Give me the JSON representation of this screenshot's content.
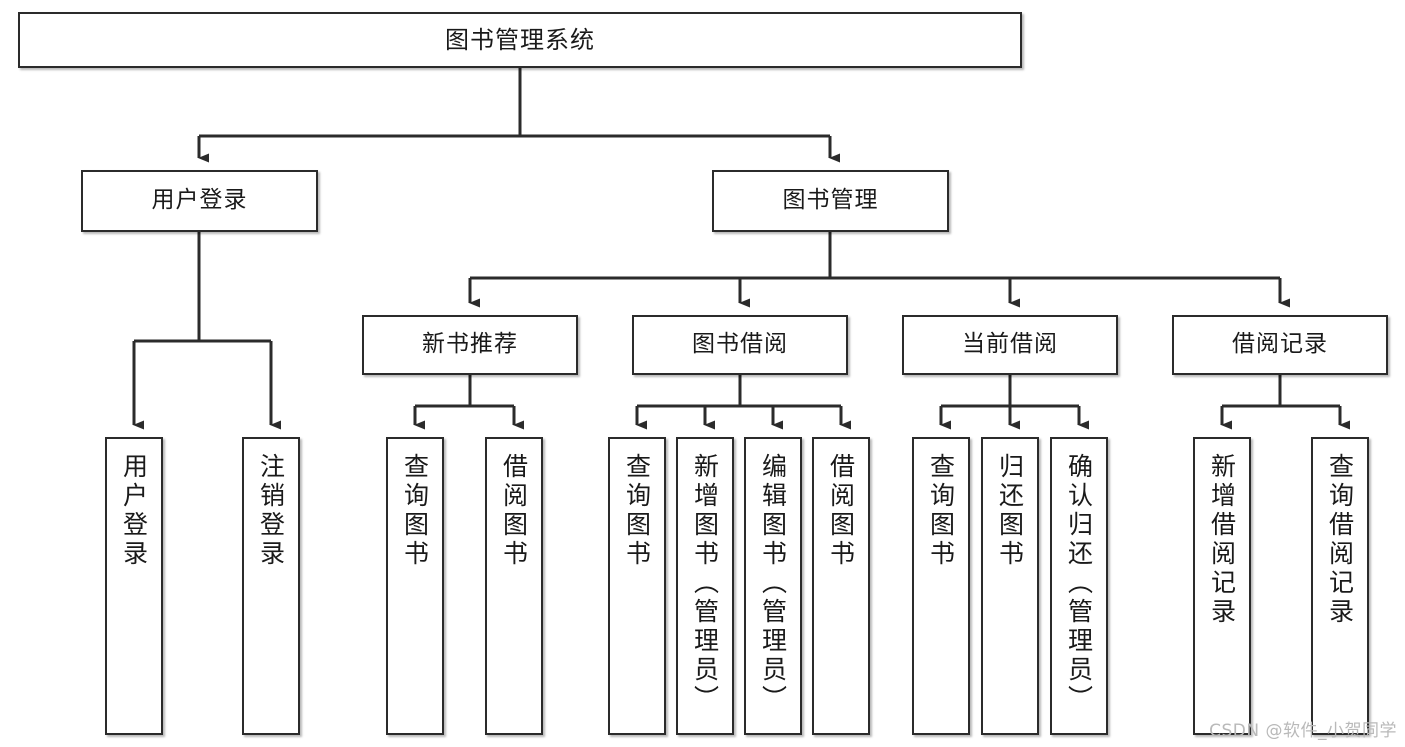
{
  "diagram": {
    "type": "tree-hierarchy",
    "title": "图书管理系统",
    "watermark": "CSDN @软件_小贺同学",
    "colors": {
      "stroke": "#2b2b2b",
      "fill": "#ffffff",
      "text": "#1a1a1a",
      "watermark": "#b9b9b9"
    },
    "root": {
      "label": "图书管理系统",
      "orientation": "horizontal"
    },
    "level1": [
      {
        "label": "用户登录",
        "orientation": "horizontal"
      },
      {
        "label": "图书管理",
        "orientation": "horizontal"
      }
    ],
    "level2": [
      {
        "label": "新书推荐",
        "orientation": "horizontal",
        "parent": "图书管理"
      },
      {
        "label": "图书借阅",
        "orientation": "horizontal",
        "parent": "图书管理"
      },
      {
        "label": "当前借阅",
        "orientation": "horizontal",
        "parent": "图书管理"
      },
      {
        "label": "借阅记录",
        "orientation": "horizontal",
        "parent": "图书管理"
      }
    ],
    "leaves": {
      "user_login": [
        {
          "label": "用户登录",
          "orientation": "vertical"
        },
        {
          "label": "注销登录",
          "orientation": "vertical"
        }
      ],
      "new_book_recommend": [
        {
          "label": "查询图书",
          "orientation": "vertical"
        },
        {
          "label": "借阅图书",
          "orientation": "vertical"
        }
      ],
      "book_borrow": [
        {
          "label": "查询图书",
          "orientation": "vertical"
        },
        {
          "label": "新增图书（管理员）",
          "orientation": "vertical"
        },
        {
          "label": "编辑图书（管理员）",
          "orientation": "vertical"
        },
        {
          "label": "借阅图书",
          "orientation": "vertical"
        }
      ],
      "current_borrow": [
        {
          "label": "查询图书",
          "orientation": "vertical"
        },
        {
          "label": "归还图书",
          "orientation": "vertical"
        },
        {
          "label": "确认归还（管理员）",
          "orientation": "vertical"
        }
      ],
      "borrow_records": [
        {
          "label": "新增借阅记录",
          "orientation": "vertical"
        },
        {
          "label": "查询借阅记录",
          "orientation": "vertical"
        }
      ]
    }
  }
}
